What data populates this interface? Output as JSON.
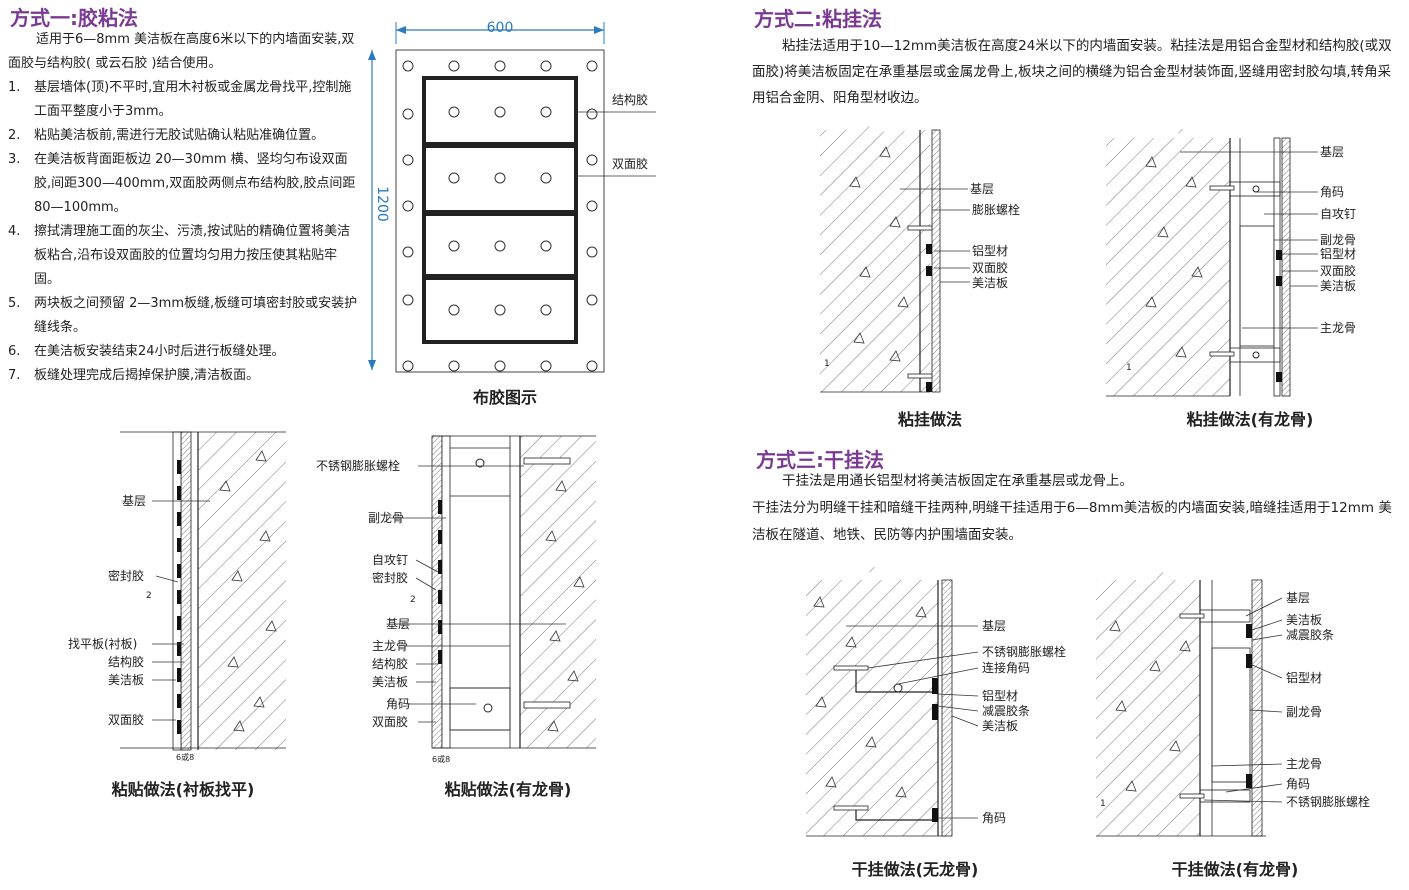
{
  "method1": {
    "title": "方式一:胶粘法",
    "intro": "适用于6—8mm 美洁板在高度6米以下的内墙面安装,双面胶与结构胶( 或云石胶 )结合使用。",
    "steps": [
      {
        "num": "1.",
        "text": "基层墙体(顶)不平时,宜用木衬板或金属龙骨找平,控制施工面平整度小于3mm。"
      },
      {
        "num": "2.",
        "text": "粘贴美洁板前,需进行无胶试贴确认粘贴准确位置。"
      },
      {
        "num": "3.",
        "text": "在美洁板背面距板边 20—30mm 横、竖均匀布设双面胶,间距300—400mm,双面胶两侧点布结构胶,胶点间距80—100mm。"
      },
      {
        "num": "4.",
        "text": "擦拭清理施工面的灰尘、污渍,按试贴的精确位置将美洁板粘合,沿布设双面胶的位置均匀用力按压使其粘贴牢固。"
      },
      {
        "num": "5.",
        "text": "两块板之间预留 2—3mm板缝,板缝可填密封胶或安装护缝线条。"
      },
      {
        "num": "6.",
        "text": "在美洁板安装结束24小时后进行板缝处理。"
      },
      {
        "num": "7.",
        "text": "板缝处理完成后揭掉保护膜,清洁板面。"
      }
    ],
    "glue_diagram": {
      "width_label": "600",
      "height_label": "1200",
      "label_structural": "结构胶",
      "label_double": "双面胶",
      "caption": "布胶图示"
    },
    "fig_liner": {
      "caption": "粘贴做法(衬板找平)",
      "labels": [
        "基层",
        "密封胶",
        "找平板(衬板)",
        "结构胶",
        "美洁板",
        "双面胶"
      ],
      "num2": "2",
      "thickness": "6或8"
    },
    "fig_keel": {
      "caption": "粘贴做法(有龙骨)",
      "labels": [
        "不锈钢膨胀螺栓",
        "副龙骨",
        "自攻钉",
        "密封胶",
        "基层",
        "主龙骨",
        "结构胶",
        "美洁板",
        "角码",
        "双面胶"
      ],
      "num2": "2",
      "thickness": "6或8"
    }
  },
  "method2": {
    "title": "方式二:粘挂法",
    "intro": "粘挂法适用于10—12mm美洁板在高度24米以下的内墙面安装。粘挂法是用铝合金型材和结构胶(或双面胶)将美洁板固定在承重基层或金属龙骨上,板块之间的横缝为铝合金型材装饰面,竖缝用密封胶勾填,转角采用铝合金阴、阳角型材收边。",
    "fig_a": {
      "caption": "粘挂做法",
      "labels": [
        "基层",
        "膨胀螺栓",
        "铝型材",
        "双面胶",
        "美洁板"
      ],
      "mark": "1"
    },
    "fig_b": {
      "caption": "粘挂做法(有龙骨)",
      "labels": [
        "基层",
        "角码",
        "自攻钉",
        "副龙骨",
        "铝型材",
        "双面胶",
        "美洁板",
        "主龙骨"
      ],
      "mark": "1"
    }
  },
  "method3": {
    "title": "方式三:干挂法",
    "intro1": "干挂法是用通长铝型材将美洁板固定在承重基层或龙骨上。",
    "intro2": "干挂法分为明缝干挂和暗缝干挂两种,明缝干挂适用于6—8mm美洁板的内墙面安装,暗缝挂适用于12mm 美洁板在隧道、地铁、民防等内护围墙面安装。",
    "fig_a": {
      "caption": "干挂做法(无龙骨)",
      "labels": [
        "基层",
        "不锈钢膨胀螺栓",
        "连接角码",
        "铝型材",
        "减震胶条",
        "美洁板",
        "角码"
      ]
    },
    "fig_b": {
      "caption": "干挂做法(有龙骨)",
      "labels": [
        "基层",
        "美洁板",
        "减震胶条",
        "铝型材",
        "副龙骨",
        "主龙骨",
        "角码",
        "不锈钢膨胀螺栓"
      ],
      "mark": "1"
    }
  },
  "colors": {
    "title": "#7b3a92",
    "dimension": "#2a7bbf",
    "line": "#222222"
  }
}
